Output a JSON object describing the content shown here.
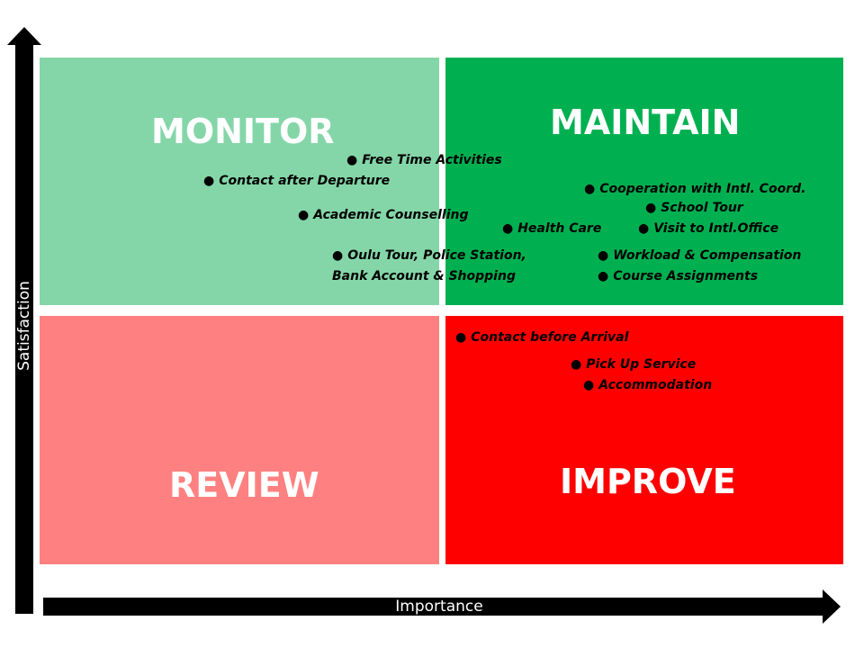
{
  "colors": {
    "monitor": "#84d6a8",
    "maintain": "#00b050",
    "review": "#ff8080",
    "improve": "#ff0000",
    "axis": "#000000"
  },
  "axes": {
    "x_label": "Importance",
    "y_label": "Satisfaction"
  },
  "quadrants": {
    "monitor": "MONITOR",
    "maintain": "MAINTAIN",
    "review": "REVIEW",
    "improve": "IMPROVE"
  },
  "bullet": "●",
  "items": {
    "free_time": "Free Time Activities",
    "contact_after": "Contact after Departure",
    "academic": "Academic Counselling",
    "oulu_line1": "Oulu Tour, Police Station,",
    "oulu_line2": "Bank Account & Shopping",
    "cooperation": "Cooperation with Intl. Coord.",
    "school_tour": "School Tour",
    "health_care": "Health Care",
    "visit_office": "Visit to Intl.Office",
    "workload": "Workload & Compensation",
    "course": "Course Assignments",
    "contact_before": "Contact before Arrival",
    "pickup": "Pick Up Service",
    "accommodation": "Accommodation"
  }
}
